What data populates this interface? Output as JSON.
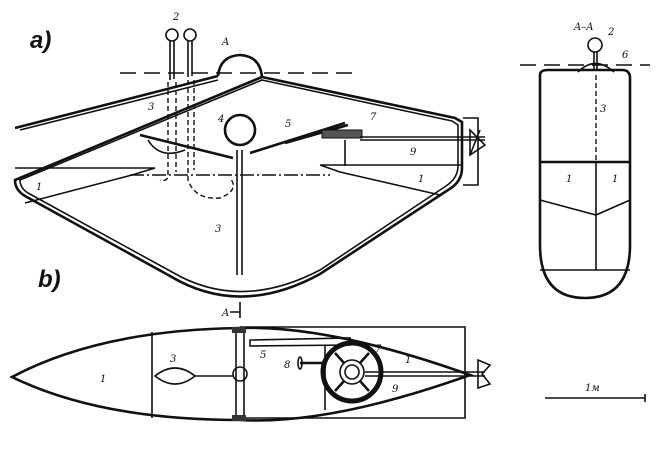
{
  "views": {
    "side_label": "a)",
    "plan_label": "b)",
    "section_label": "A–A"
  },
  "callouts": {
    "hull_tank": "1",
    "periscope": "2",
    "air_tube": "3",
    "hatch_ring": "4",
    "lever": "5",
    "dome": "6",
    "spring": "7",
    "handle": "8",
    "shaft": "9",
    "section_mark": "A"
  },
  "scale": {
    "label": "1м"
  }
}
